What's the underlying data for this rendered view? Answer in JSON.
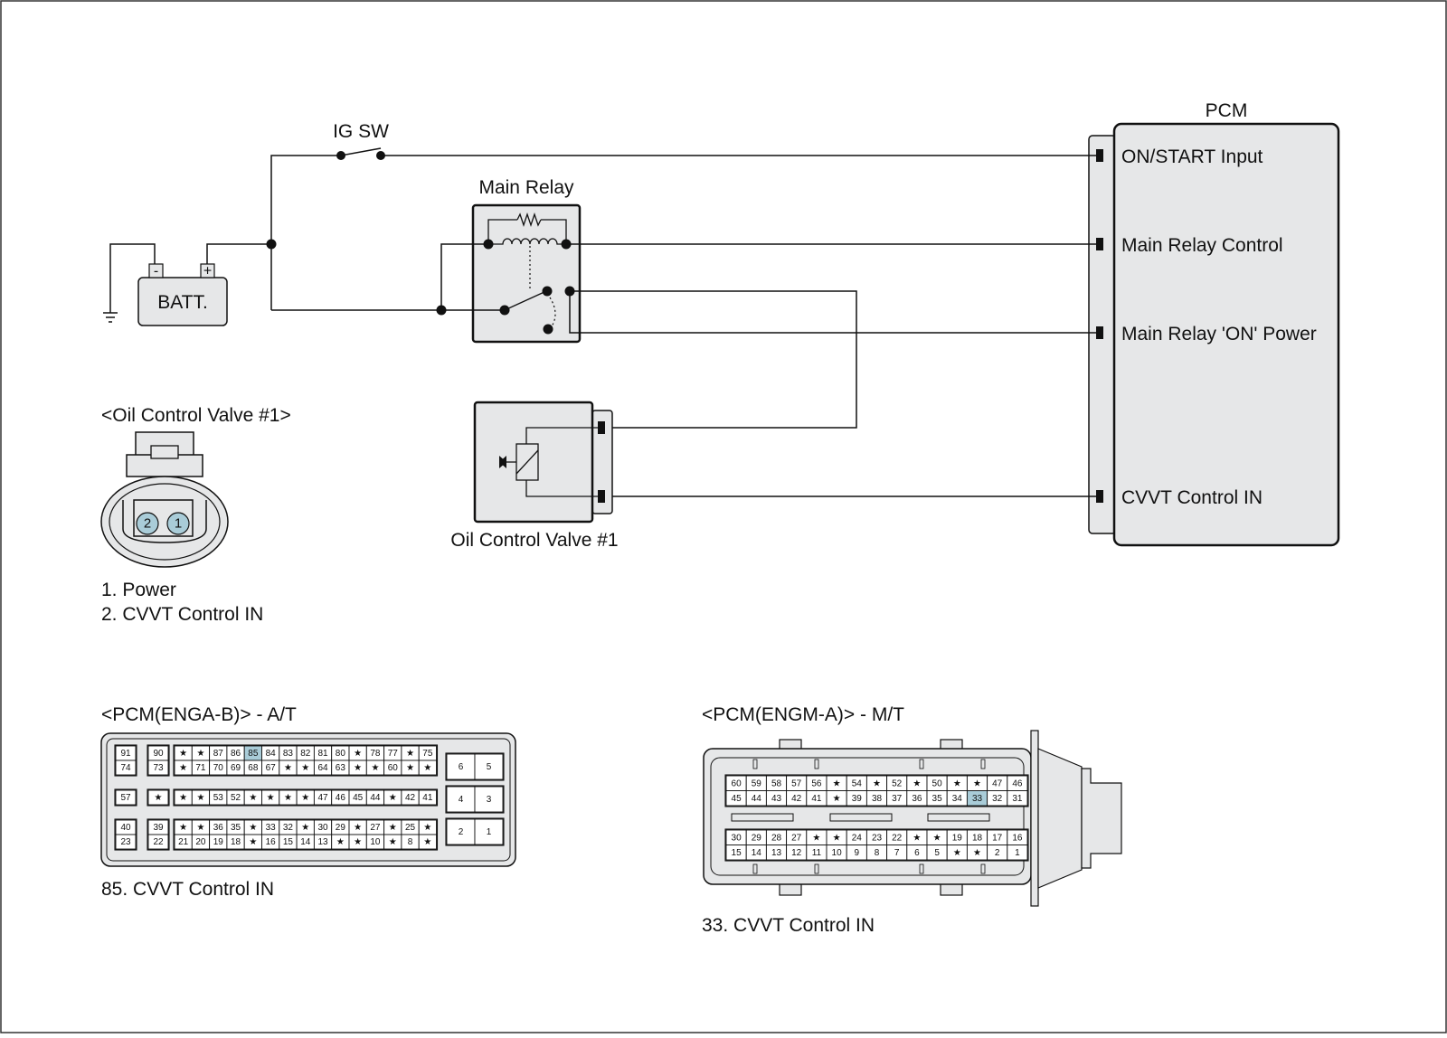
{
  "colors": {
    "box_fill": "#e6e7e8",
    "wire": "#111111",
    "highlight": "#a9ccd8",
    "star": "#111111"
  },
  "labels": {
    "pcm": "PCM",
    "ig_sw": "IG SW",
    "main_relay": "Main Relay",
    "batt": "BATT.",
    "batt_minus": "-",
    "batt_plus": "+",
    "pcm_pin_on_start": "ON/START Input",
    "pcm_pin_main_relay_control": "Main Relay Control",
    "pcm_pin_main_relay_on_power": "Main Relay 'ON' Power",
    "pcm_pin_cvvt": "CVVT Control IN",
    "ocv_component": "Oil Control Valve #1"
  },
  "ocv_connector": {
    "title": "<Oil Control Valve #1>",
    "pins": [
      "2",
      "1"
    ],
    "legend": [
      "1. Power",
      "2. CVVT Control IN"
    ]
  },
  "pcm_enga": {
    "title": "<PCM(ENGA-B)> - A/T",
    "note": "85. CVVT Control IN",
    "highlight": "85",
    "left_col": [
      [
        "91",
        "74"
      ],
      [
        "57"
      ],
      [
        "40",
        "23"
      ]
    ],
    "col2": [
      [
        "90",
        "73"
      ],
      [
        "*"
      ],
      [
        "39",
        "22"
      ]
    ],
    "main_rows": [
      [
        "*",
        "*",
        "87",
        "86",
        "85",
        "84",
        "83",
        "82",
        "81",
        "80",
        "*",
        "78",
        "77",
        "*",
        "75"
      ],
      [
        "*",
        "71",
        "70",
        "69",
        "68",
        "67",
        "*",
        "*",
        "64",
        "63",
        "*",
        "*",
        "60",
        "*",
        "*"
      ],
      [
        "*",
        "*",
        "53",
        "52",
        "*",
        "*",
        "*",
        "*",
        "47",
        "46",
        "45",
        "44",
        "*",
        "42",
        "41"
      ],
      [
        "*",
        "*",
        "36",
        "35",
        "*",
        "33",
        "32",
        "*",
        "30",
        "29",
        "*",
        "27",
        "*",
        "25",
        "*"
      ],
      [
        "21",
        "20",
        "19",
        "18",
        "*",
        "16",
        "15",
        "14",
        "13",
        "*",
        "*",
        "10",
        "*",
        "8",
        "*"
      ]
    ],
    "right_block": [
      [
        "6",
        "5"
      ],
      [
        "4",
        "3"
      ],
      [
        "2",
        "1"
      ]
    ]
  },
  "pcm_engm": {
    "title": "<PCM(ENGM-A)> - M/T",
    "note": "33. CVVT Control IN",
    "highlight": "33",
    "rows": [
      [
        "60",
        "59",
        "58",
        "57",
        "56",
        "*",
        "54",
        "*",
        "52",
        "*",
        "50",
        "*",
        "*",
        "47",
        "46"
      ],
      [
        "45",
        "44",
        "43",
        "42",
        "41",
        "*",
        "39",
        "38",
        "37",
        "36",
        "35",
        "34",
        "33",
        "32",
        "31"
      ],
      [
        "30",
        "29",
        "28",
        "27",
        "*",
        "*",
        "24",
        "23",
        "22",
        "*",
        "*",
        "19",
        "18",
        "17",
        "16"
      ],
      [
        "15",
        "14",
        "13",
        "12",
        "11",
        "10",
        "9",
        "8",
        "7",
        "6",
        "5",
        "*",
        "*",
        "2",
        "1"
      ]
    ]
  }
}
